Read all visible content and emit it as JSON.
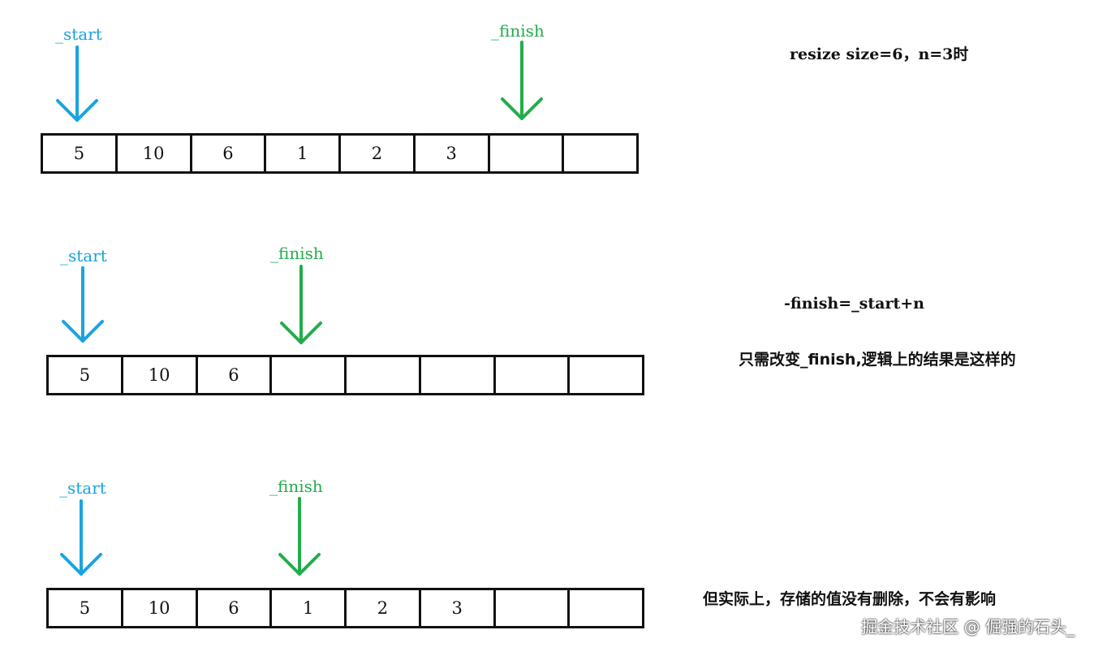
{
  "title": "resize   size=6，n=3时",
  "panels": [
    {
      "start_label": "_start",
      "finish_label": "_finish",
      "cells": [
        "5",
        "10",
        "6",
        "1",
        "2",
        "3",
        "",
        ""
      ]
    },
    {
      "start_label": "_start",
      "finish_label": "_finish",
      "cells": [
        "5",
        "10",
        "6",
        "",
        "",
        "",
        "",
        ""
      ],
      "note_formula": "-finish=_start+n",
      "note_text": "只需改变_finish,逻辑上的结果是这样的"
    },
    {
      "start_label": "_start",
      "finish_label": "_finish",
      "cells": [
        "5",
        "10",
        "6",
        "1",
        "2",
        "3",
        "",
        ""
      ],
      "note_text": "但实际上，存储的值没有删除，不会有影响"
    }
  ],
  "watermark": "掘金技术社区 @ 倔强的石头_",
  "colors": {
    "start": "#1aa3e0",
    "finish": "#22ad4a",
    "border": "#111111"
  }
}
